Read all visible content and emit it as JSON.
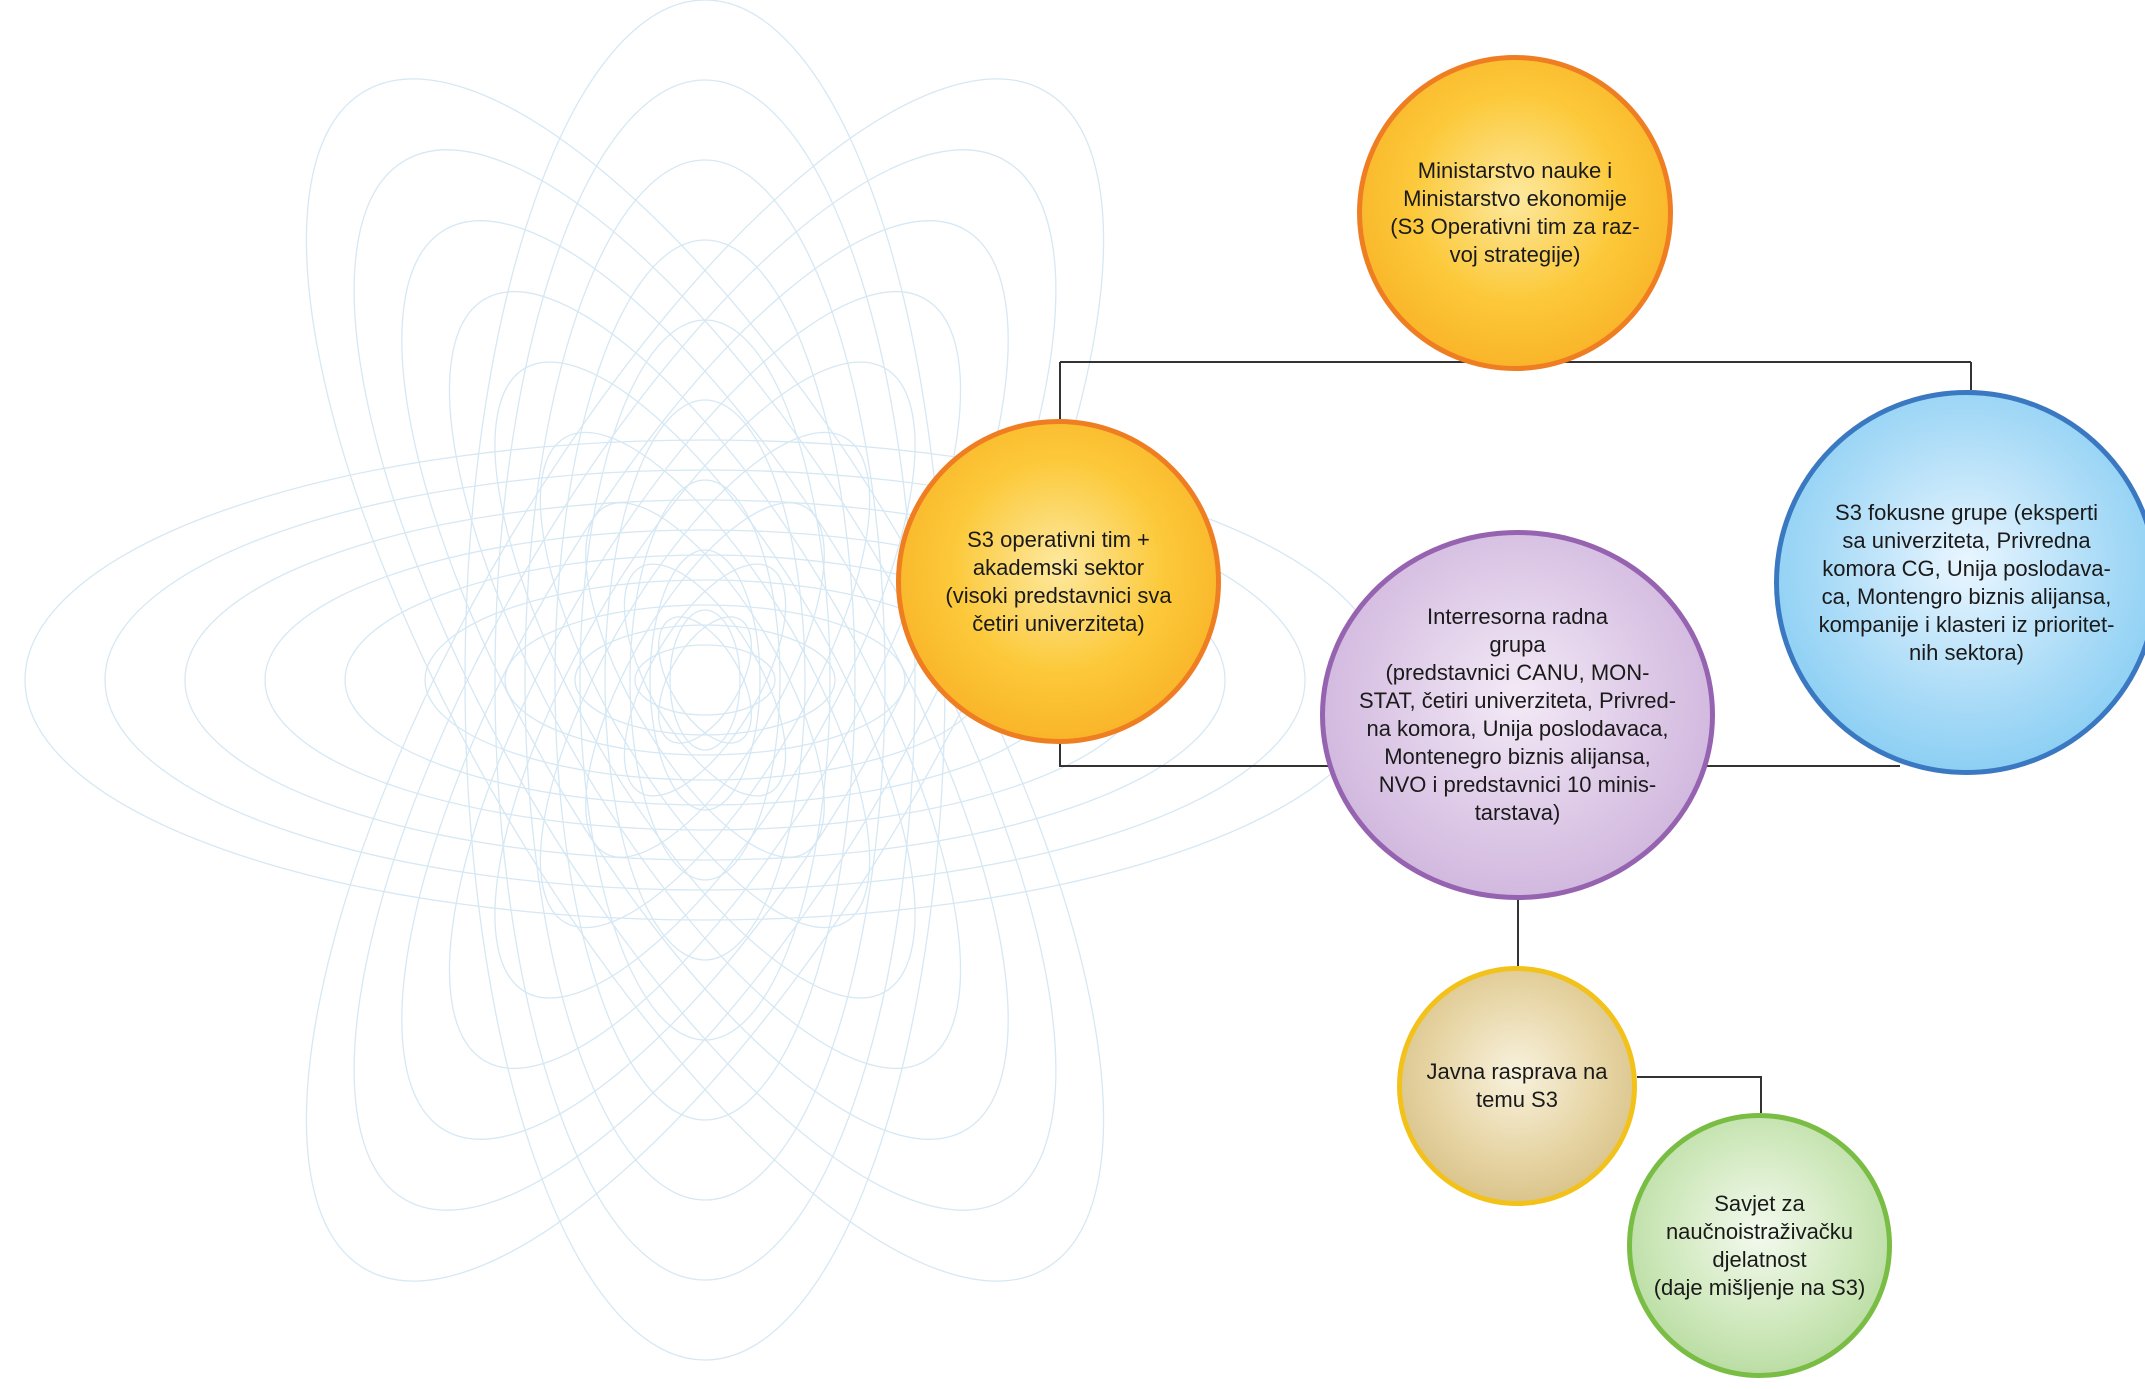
{
  "nodes": {
    "ministarstvo": "Ministarstvo nauke i\nMinistarstvo ekonomije\n(S3 Operativni tim za raz-\nvoj strategije)",
    "s3_operativni_tim": "S3 operativni tim +\nakademski sektor\n(visoki predstavnici sva\nčetiri univerziteta)",
    "fokusne_grupe": "S3 fokusne grupe (eksperti\nsa univerziteta, Privredna\nkomora CG, Unija poslodava-\nca, Montengro biznis alijansa,\nkompanije i klasteri iz prioritet-\nnih sektora)",
    "interresorna": "Interresorna radna\ngrupa\n(predstavnici CANU, MON-\nSTAT, četiri univerziteta, Privred-\nna komora, Unija poslodavaca,\nMontenegro biznis alijansa,\nNVO i predstavnici 10 minis-\ntarstava)",
    "javna_rasprava": "Javna rasprava na\ntemu S3",
    "savjet": "Savjet za\nnaučnoistraživačku\ndjelatnost\n(daje mišljenje na S3)"
  },
  "colors": {
    "orange_border": "#ef7d22",
    "blue_border": "#3a78c2",
    "purple_border": "#9663b0",
    "yellow_border": "#f2c21b",
    "green_border": "#79bd45",
    "connector": "#333333",
    "background_pattern": "#d6e8f4"
  }
}
